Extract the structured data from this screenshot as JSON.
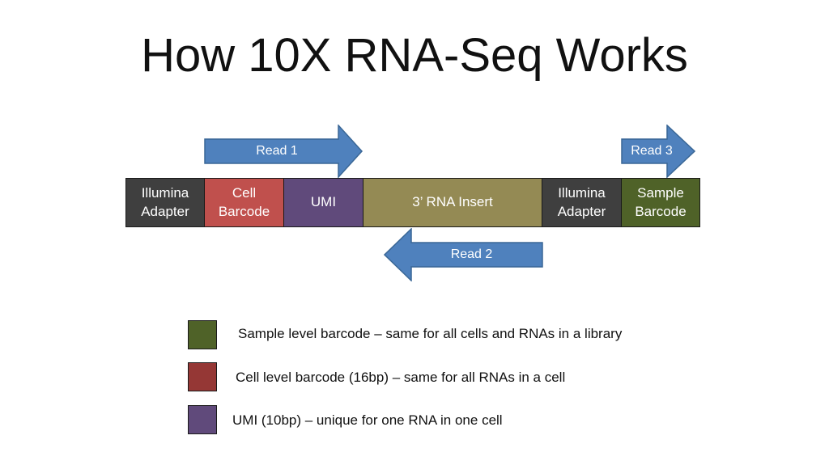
{
  "title": "How 10X RNA-Seq Works",
  "segments": [
    {
      "label": "Illumina\nAdapter",
      "color": "#3f3f3f"
    },
    {
      "label": "Cell\nBarcode",
      "color": "#c0504d"
    },
    {
      "label": "UMI",
      "color": "#604a7b"
    },
    {
      "label": "3’ RNA Insert",
      "color": "#948a54"
    },
    {
      "label": "Illumina\nAdapter",
      "color": "#3f3f3f"
    },
    {
      "label": "Sample\nBarcode",
      "color": "#4f6228"
    }
  ],
  "reads": [
    {
      "label": "Read 1",
      "direction": "right",
      "color": "#4f81bd"
    },
    {
      "label": "Read 3",
      "direction": "right",
      "color": "#4f81bd"
    },
    {
      "label": "Read 2",
      "direction": "left",
      "color": "#4f81bd"
    }
  ],
  "legend": [
    {
      "color": "#4f6228",
      "text": "Sample level barcode – same for all cells and RNAs in a library"
    },
    {
      "color": "#953735",
      "text": "Cell level barcode (16bp) – same for all RNAs in a cell"
    },
    {
      "color": "#604a7b",
      "text": "UMI (10bp) – unique for one RNA in one cell"
    }
  ]
}
